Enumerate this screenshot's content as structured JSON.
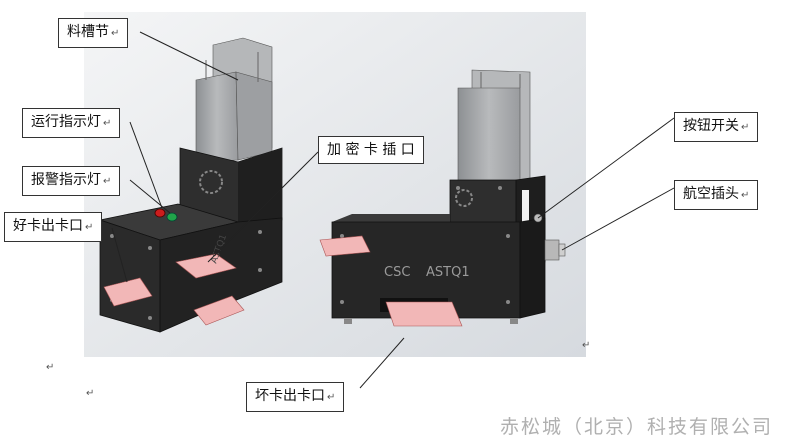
{
  "callouts": {
    "hopper": "料槽节",
    "run_light": "运行指示灯",
    "alarm_light": "报警指示灯",
    "good_card_exit": "好卡出卡口",
    "card_slot": "加 密 卡 插 口",
    "button_switch": "按钮开关",
    "aviation_plug": "航空插头",
    "bad_card_exit": "坏卡出卡口"
  },
  "device_text": {
    "brand": "CSC",
    "model": "ASTQ1",
    "left_card_label": "ASTQ1"
  },
  "paragraph_mark": "↵",
  "company": "赤松城（北京）科技有限公司",
  "colors": {
    "body": "#2b2b2b",
    "hopper": "#a7a9ab",
    "card": "#f2b7b7",
    "run_light": "#cc1d1d",
    "alarm_light": "#21a54a"
  }
}
